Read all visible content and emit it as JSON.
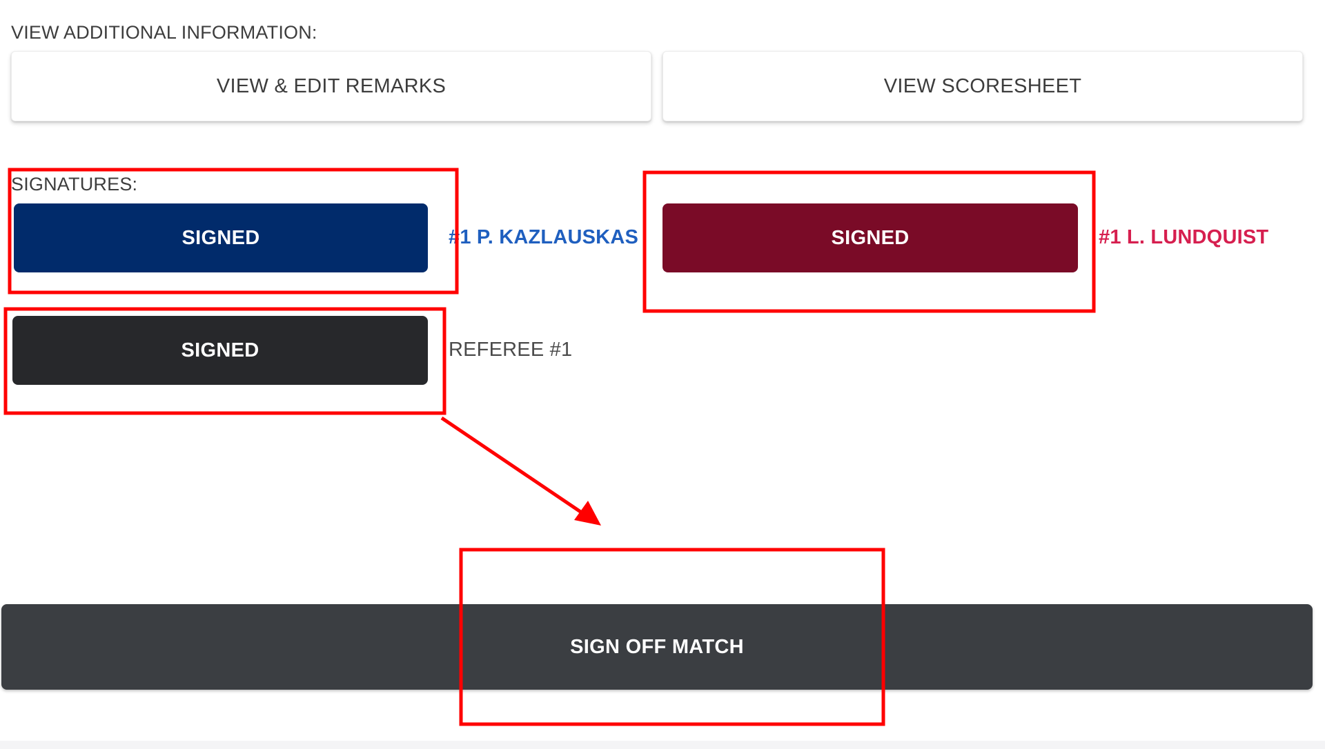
{
  "additional_info": {
    "label": "VIEW ADDITIONAL INFORMATION:",
    "remarks_button": "VIEW & EDIT REMARKS",
    "scoresheet_button": "VIEW SCORESHEET"
  },
  "signatures": {
    "label": "SIGNATURES:",
    "home": {
      "button": "SIGNED",
      "name": "#1 P. KAZLAUSKAS",
      "color": "#012b6b",
      "name_color": "#1f5fbf"
    },
    "away": {
      "button": "SIGNED",
      "name": "#1 L. LUNDQUIST",
      "color": "#7a0b27",
      "name_color": "#d61f4f"
    },
    "referee": {
      "button": "SIGNED",
      "name": "REFEREE #1",
      "color": "#27282b"
    }
  },
  "sign_off": {
    "button": "SIGN OFF MATCH",
    "color": "#3b3e42"
  },
  "annotation_color": "#ff0000"
}
